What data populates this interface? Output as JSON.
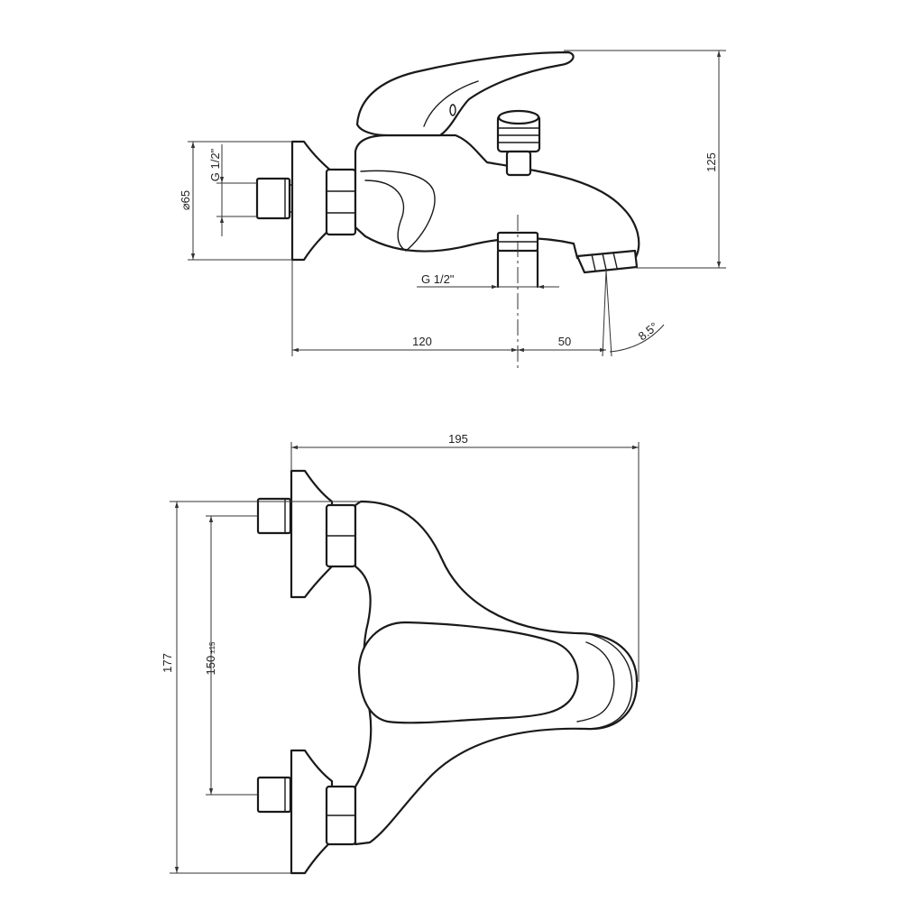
{
  "dimensions": {
    "side_view": {
      "height_label": "125",
      "diameter_symbol": "⌀",
      "diameter_value": "65",
      "inlet_thread_label": "G 1/2\"",
      "diverter_thread_label": "G 1/2\"",
      "length_main_label": "120",
      "length_spout_label": "50",
      "angle_label": "8.5°"
    },
    "top_view": {
      "width_label": "195",
      "height_label": "177",
      "spacing_label": "150",
      "spacing_tolerance": "±15"
    }
  }
}
